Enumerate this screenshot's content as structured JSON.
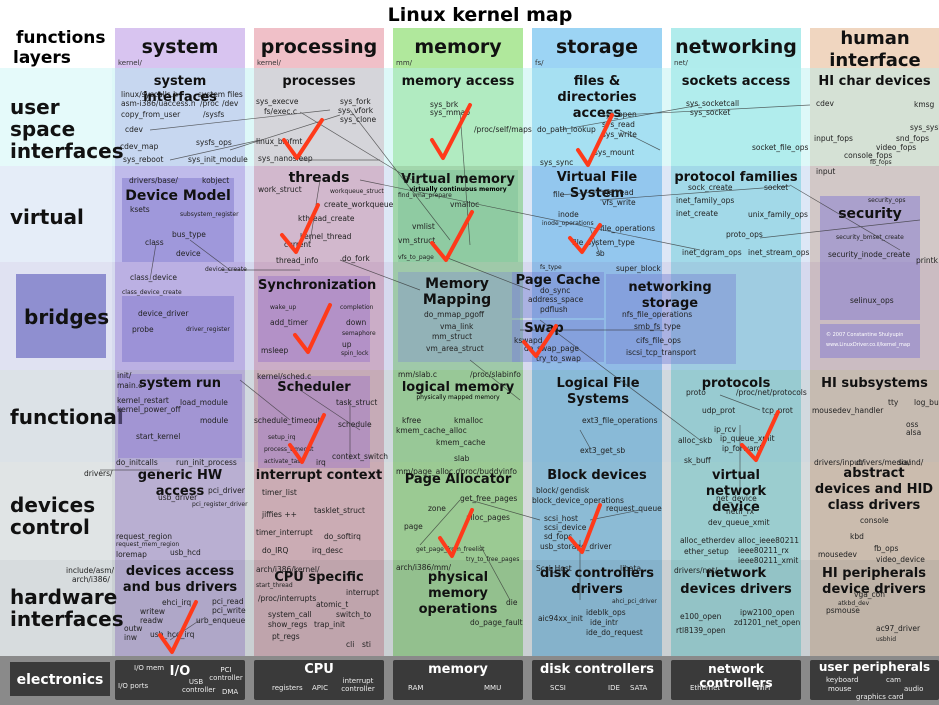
{
  "title": "Linux kernel map",
  "corner": {
    "line1": "functions",
    "line2": "layers"
  },
  "columns": [
    {
      "id": "system",
      "label": "system",
      "path": "kernel/"
    },
    {
      "id": "processing",
      "label": "processing",
      "path": "kernel/"
    },
    {
      "id": "memory",
      "label": "memory",
      "path": "mm/"
    },
    {
      "id": "storage",
      "label": "storage",
      "path": "fs/"
    },
    {
      "id": "networking",
      "label": "networking",
      "path": "net/"
    },
    {
      "id": "human",
      "label": "human interface",
      "path": ""
    }
  ],
  "rows": [
    {
      "id": "user",
      "label": "user space interfaces"
    },
    {
      "id": "virtual",
      "label": "virtual"
    },
    {
      "id": "bridges",
      "label": "bridges"
    },
    {
      "id": "functional",
      "label": "functional"
    },
    {
      "id": "devices",
      "label": "devices control"
    },
    {
      "id": "hardware",
      "label": "hardware interfaces"
    }
  ],
  "cells": {
    "sys_user": "system interfaces",
    "proc_user": "processes",
    "mem_user": "memory access",
    "stor_user": "files & directories access",
    "net_user": "sockets access",
    "hi_user": "HI char devices",
    "sys_virtual": "Device Model",
    "proc_virtual": "threads",
    "mem_virtual": "Virtual memory",
    "mem_virtual_sub": "virtually continuous memory",
    "stor_virtual": "Virtual File System",
    "net_virtual": "protocol families",
    "hi_virtual": "security",
    "proc_bridges": "Synchronization",
    "mem_bridges": "Memory Mapping",
    "stor_bridges": "Page Cache",
    "stor_bridges2": "Swap",
    "net_bridges": "networking storage",
    "sys_functional": "system run",
    "proc_functional": "Scheduler",
    "mem_functional": "logical memory",
    "mem_functional_sub": "physically mapped memory",
    "stor_functional": "Logical File Systems",
    "net_functional": "protocols",
    "hi_functional": "HI subsystems",
    "sys_devices": "generic HW access",
    "proc_devices": "interrupt context",
    "mem_devices": "Page Allocator",
    "stor_devices": "Block devices",
    "net_devices": "virtual network device",
    "hi_devices": "abstract devices and HID class drivers",
    "sys_hardware": "devices access and bus drivers",
    "proc_hardware": "CPU specific",
    "mem_hardware": "physical memory operations",
    "stor_hardware": "disk controllers drivers",
    "net_hardware": "network devices drivers",
    "hi_hardware": "HI peripherals device drivers"
  },
  "electronics": {
    "label": "electronics",
    "groups": [
      {
        "title": "I/O",
        "subs": [
          "I/O mem",
          "I/O ports",
          "USB controller",
          "PCI controller",
          "DMA"
        ]
      },
      {
        "title": "CPU",
        "subs": [
          "registers",
          "APIC",
          "interrupt controller"
        ]
      },
      {
        "title": "memory",
        "subs": [
          "RAM",
          "MMU"
        ]
      },
      {
        "title": "disk controllers",
        "subs": [
          "SCSI",
          "IDE",
          "SATA"
        ]
      },
      {
        "title": "network controllers",
        "subs": [
          "Ethernet",
          "WiFi"
        ]
      },
      {
        "title": "user peripherals",
        "subs": [
          "keyboard",
          "mouse",
          "graphics card",
          "cam",
          "audio"
        ]
      }
    ]
  },
  "symbols": {
    "system": [
      "linux/syscalls.h",
      "asm-i386/uaccess.h",
      "copy_from_user",
      "system files",
      "/proc",
      "/dev",
      "/sysfs",
      "cdev",
      "cdev_map",
      "sysfs_ops",
      "sys_reboot",
      "sys_init_module",
      "drivers/base/",
      "kobject",
      "ksets",
      "subsystem_register",
      "bus_type",
      "class",
      "device",
      "class_device",
      "class_device_create",
      "device_create",
      "device_driver",
      "probe",
      "driver_register",
      "init/",
      "main.c",
      "kernel_restart",
      "kernel_power_off",
      "load_module",
      "module",
      "start_kernel",
      "do_initcalls",
      "run_init_process",
      "drivers/",
      "usb_driver",
      "pci_driver",
      "pci_register_driver",
      "request_region",
      "request_mem_region",
      "loremap",
      "usb_hcd",
      "include/asm/",
      "arch/i386/",
      "ehci_irq",
      "writew",
      "readw",
      "outw",
      "inw",
      "usb_hcd_irq",
      "pci_write",
      "pci_read",
      "urb_enqueue"
    ],
    "processing": [
      "sys_execve",
      "fs/exec.c",
      "sys_fork",
      "sys_vfork",
      "sys_clone",
      "linux_binfmt",
      "sys_nanosleep",
      "work_struct",
      "workqueue_struct",
      "create_workqueue",
      "kthread_create",
      "kernel_thread",
      "current",
      "do_fork",
      "thread_info",
      "wake_up",
      "add_timer",
      "msleep",
      "down",
      "up",
      "completion",
      "semaphore",
      "spin_lock",
      "kernel/sched.c",
      "task_struct",
      "schedule_timeout",
      "schedule",
      "context_switch",
      "setup_irq",
      "process_timeout",
      "activate_task",
      "irq",
      "timer_list",
      "tasklet_struct",
      "jiffies ++",
      "timer_interrupt",
      "do_softirq",
      "do_IRQ",
      "irq_desc",
      "arch/i386/kernel/",
      "start_thread",
      "interrupt",
      "/proc/interrupts",
      "atomic_t",
      "system_call",
      "switch_to",
      "show_regs",
      "trap_init",
      "pt_regs",
      "cli",
      "sti"
    ],
    "memory": [
      "sys_brk",
      "sys_mmap",
      "/proc/self/maps",
      "find_vma_prepare",
      "vmalloc",
      "vmlist",
      "vm_struct",
      "vfs_to_page",
      "do_mmap_pgoff",
      "vma_link",
      "mm_struct",
      "vm_area_struct",
      "mm/slab.c",
      "/proc/slabinfo",
      "kfree",
      "kmalloc",
      "kmem_cache_alloc",
      "kmem_cache",
      "slab",
      "mm/page_alloc.c",
      "/proc/buddyinfo",
      "get_free_pages",
      "zone",
      "alloc_pages",
      "page",
      "get_page_from_freelist",
      "try_to_free_pages",
      "arch/i386/mm/",
      "die",
      "do_page_fault"
    ],
    "storage": [
      "sys_open",
      "sys_read",
      "sys_write",
      "do_path_lookup",
      "sys_mount",
      "sys_sync",
      "file",
      "vfs_read",
      "vfs_write",
      "inode",
      "inode_operations",
      "file_operations",
      "file_system_type",
      "super_block",
      "sb",
      "fs_type",
      "do_sync",
      "address_space",
      "pdflush",
      "kswapd",
      "do_swap_page",
      "try_to_swap",
      "ext3_file_operations",
      "ext3_get_sb",
      "block/",
      "gendisk",
      "block_device_operations",
      "request_queue",
      "scsi_host",
      "scsi_device",
      "sd_fops",
      "usb_storage_driver",
      "Scsi_Host",
      "libata",
      "aic94xx_init",
      "ideblk_ops",
      "ide_intr",
      "ide_do_request",
      "ahci_pci_driver"
    ],
    "networking": [
      "sys_socketcall",
      "sys_socket",
      "socket_file_ops",
      "sock_create",
      "socket",
      "inet_family_ops",
      "inet_create",
      "unix_family_ops",
      "proto_ops",
      "inet_dgram_ops",
      "inet_stream_ops",
      "nfs_file_operations",
      "smb_fs_type",
      "cifs_file_ops",
      "iscsi_tcp_transport",
      "/proc/net/protocols",
      "proto",
      "udp_prot",
      "tcp_prot",
      "ip_rcv",
      "ip_queue_xmit",
      "ip_forward",
      "alloc_skb",
      "sk_buff",
      "net_device",
      "netif_rx",
      "dev_queue_xmit",
      "alloc_etherdev",
      "ether_setup",
      "alloc_ieee80211",
      "ieee80211_rx",
      "ieee80211_xmit",
      "e100_open",
      "rtl8139_open",
      "ipw2100_open",
      "zd1201_net_open",
      "drivers/net/"
    ],
    "human": [
      "cdev",
      "kmsg",
      "sys_syslog",
      "input_fops",
      "snd_fops",
      "console_fops",
      "video_fops",
      "fb_fops",
      "input",
      "security_ops",
      "security_bmset_create",
      "security_inode_create",
      "selinux_ops",
      "tty",
      "mousedev_handler",
      "log_buf",
      "oss",
      "alsa",
      "drivers/input/",
      "drivers/media/",
      "sound/",
      "console",
      "kbd",
      "fb_ops",
      "mousedev",
      "video_device",
      "vga_con",
      "psmouse",
      "ac97_driver",
      "atkbd_dev",
      "usbhid",
      "printk"
    ]
  },
  "credit": [
    "© 2007 Constantine Shulyupin",
    "www.LinuxDriver.co.il/kernel_map"
  ]
}
